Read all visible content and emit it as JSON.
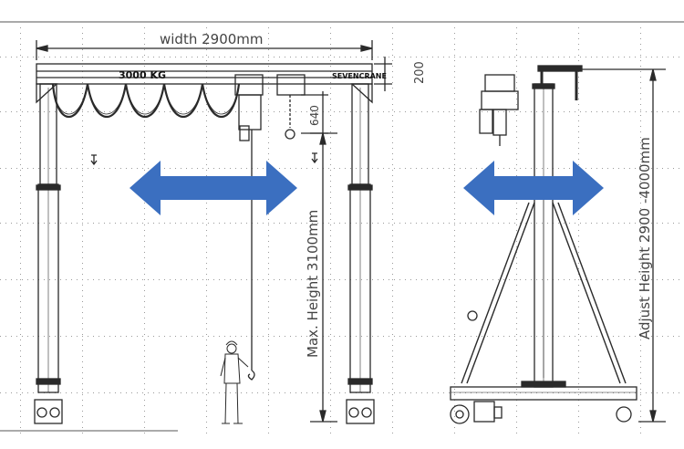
{
  "drawing": {
    "width_label": "width 2900mm",
    "beam_depth_label": "200",
    "capacity_label": "3000 KG",
    "brand_label": "SEVENCRANE",
    "hook_offset_label": "640",
    "max_height_label": "Max. Height 3100mm",
    "adjust_height_label": "Adjust Height 2900 -4000mm"
  },
  "colors": {
    "arrow": "#3b6fc0",
    "line": "#2a2a2a",
    "grid_dot": "#9a9a9a"
  },
  "icons": [
    "double-arrow-icon",
    "double-arrow-icon",
    "worker-figure-icon",
    "wheel-icon",
    "electric-hoist-icon"
  ]
}
